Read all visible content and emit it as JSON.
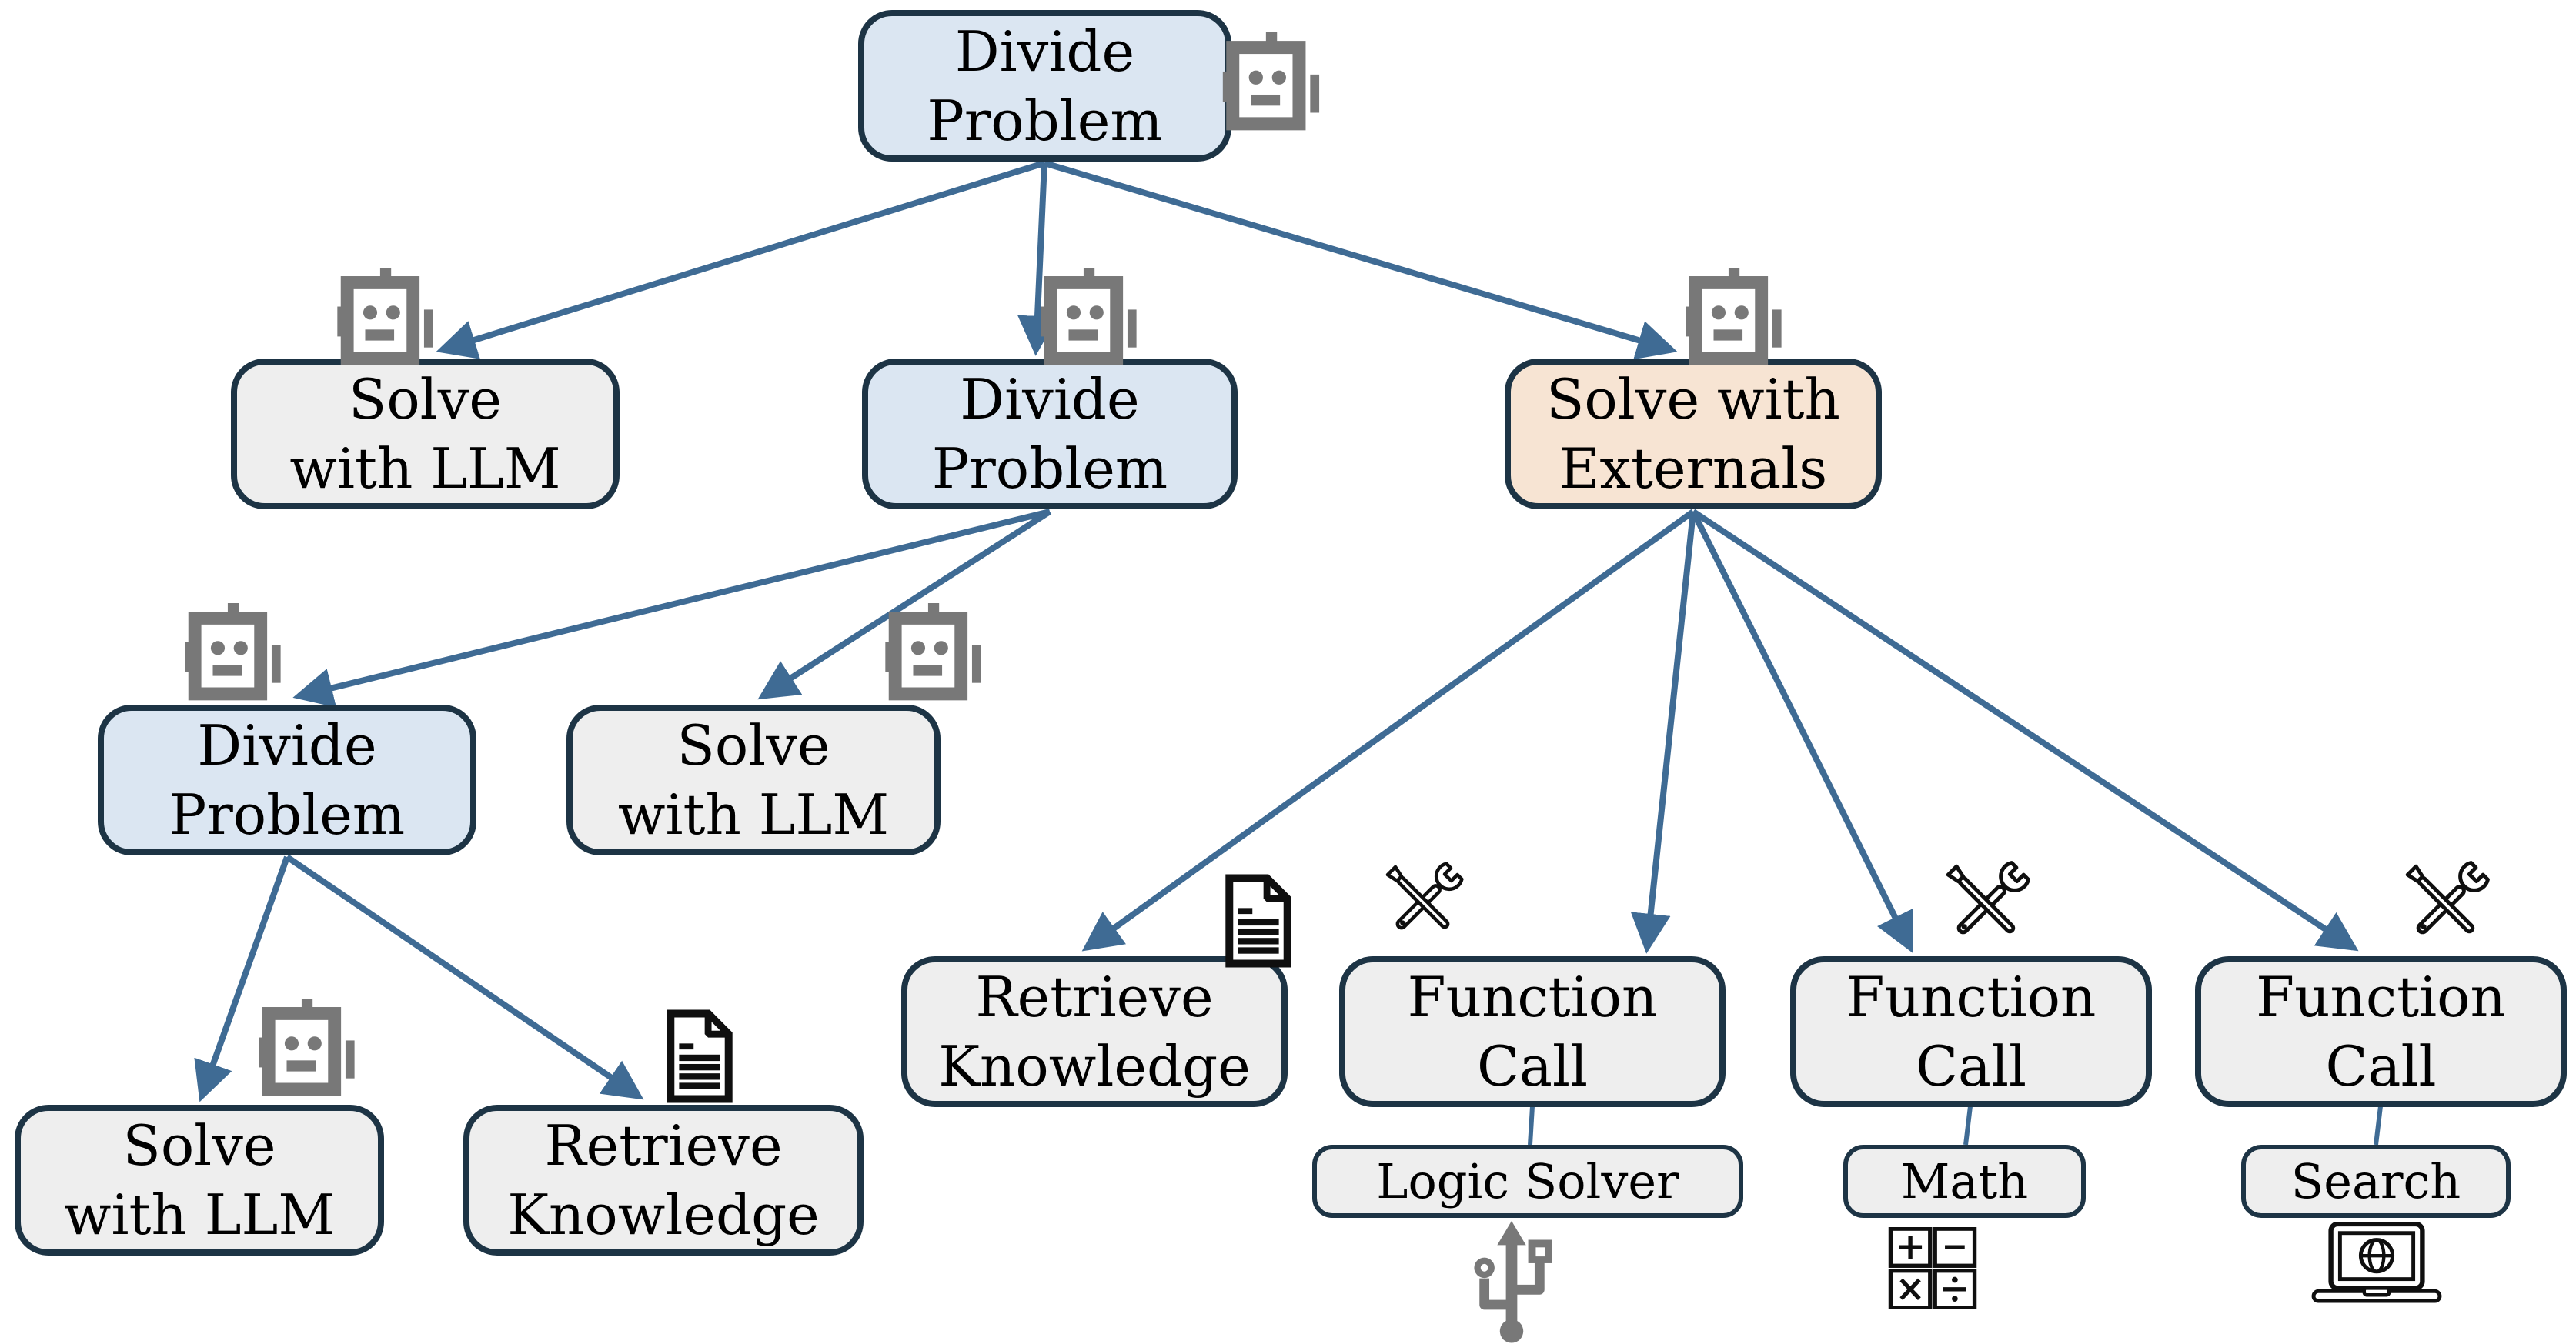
{
  "diagram": {
    "type": "tree",
    "description_nodes_visible_text_only": true,
    "colors": {
      "node_blue": "#dbe6f2",
      "node_gray": "#eeeeee",
      "node_peach": "#f7e4d3",
      "node_border": "#1d3445",
      "arrow": "#3f6b94",
      "icon_gray": "#787878",
      "icon_dark": "#0f0f0f"
    },
    "nodes": [
      {
        "id": "root",
        "label_lines": [
          "Divide",
          "Problem"
        ],
        "kind": "divide",
        "icon": "robot-icon"
      },
      {
        "id": "r2a",
        "label_lines": [
          "Solve",
          "with LLM"
        ],
        "kind": "llm",
        "icon": "robot-icon"
      },
      {
        "id": "r2b",
        "label_lines": [
          "Divide",
          "Problem"
        ],
        "kind": "divide",
        "icon": "robot-icon"
      },
      {
        "id": "r2c",
        "label_lines": [
          "Solve with",
          "Externals"
        ],
        "kind": "externals",
        "icon": "robot-icon"
      },
      {
        "id": "r3a",
        "label_lines": [
          "Divide",
          "Problem"
        ],
        "kind": "divide",
        "icon": "robot-icon"
      },
      {
        "id": "r3b",
        "label_lines": [
          "Solve",
          "with LLM"
        ],
        "kind": "llm",
        "icon": "robot-icon"
      },
      {
        "id": "r4a",
        "label_lines": [
          "Solve",
          "with LLM"
        ],
        "kind": "llm",
        "icon": "robot-icon"
      },
      {
        "id": "r4b",
        "label_lines": [
          "Retrieve",
          "Knowledge"
        ],
        "kind": "retrieve",
        "icon": "document-icon"
      },
      {
        "id": "r4c",
        "label_lines": [
          "Retrieve",
          "Knowledge"
        ],
        "kind": "retrieve",
        "icon": "document-icon"
      },
      {
        "id": "fc1",
        "label_lines": [
          "Function",
          "Call"
        ],
        "kind": "function",
        "icon": "tools-icon"
      },
      {
        "id": "fc2",
        "label_lines": [
          "Function",
          "Call"
        ],
        "kind": "function",
        "icon": "tools-icon"
      },
      {
        "id": "fc3",
        "label_lines": [
          "Function",
          "Call"
        ],
        "kind": "function",
        "icon": "tools-icon"
      },
      {
        "id": "logic",
        "label_lines": [
          "Logic Solver"
        ],
        "kind": "tool",
        "icon": "usb-icon"
      },
      {
        "id": "math",
        "label_lines": [
          "Math"
        ],
        "kind": "tool",
        "icon": "calculator-icon"
      },
      {
        "id": "search",
        "label_lines": [
          "Search"
        ],
        "kind": "tool",
        "icon": "laptop-globe-icon"
      }
    ],
    "edges": [
      {
        "from": "root",
        "to": "r2a"
      },
      {
        "from": "root",
        "to": "r2b"
      },
      {
        "from": "root",
        "to": "r2c"
      },
      {
        "from": "r2b",
        "to": "r3a"
      },
      {
        "from": "r2b",
        "to": "r3b"
      },
      {
        "from": "r3a",
        "to": "r4a"
      },
      {
        "from": "r3a",
        "to": "r4b"
      },
      {
        "from": "r2c",
        "to": "r4c"
      },
      {
        "from": "r2c",
        "to": "fc1"
      },
      {
        "from": "r2c",
        "to": "fc2"
      },
      {
        "from": "r2c",
        "to": "fc3"
      },
      {
        "from": "fc1",
        "to": "logic"
      },
      {
        "from": "fc2",
        "to": "math"
      },
      {
        "from": "fc3",
        "to": "search"
      }
    ]
  }
}
